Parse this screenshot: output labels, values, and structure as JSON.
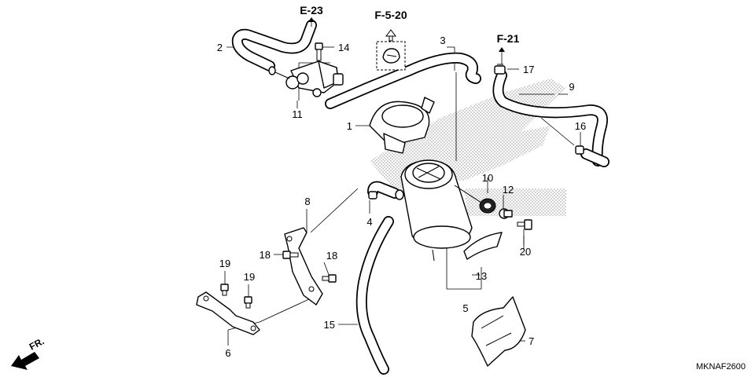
{
  "refs": {
    "e23": "E-23",
    "f520": "F-5-20",
    "f21": "F-21"
  },
  "callouts": {
    "c1": "1",
    "c2": "2",
    "c3": "3",
    "c4": "4",
    "c5": "5",
    "c6": "6",
    "c7": "7",
    "c8": "8",
    "c9": "9",
    "c10": "10",
    "c11": "11",
    "c12": "12",
    "c13": "13",
    "c14": "14",
    "c15": "15",
    "c16": "16",
    "c17": "17",
    "c18a": "18",
    "c18b": "18",
    "c19a": "19",
    "c19b": "19",
    "c20": "20"
  },
  "front_marker": "FR.",
  "diagram_code": "MKNAF2600"
}
